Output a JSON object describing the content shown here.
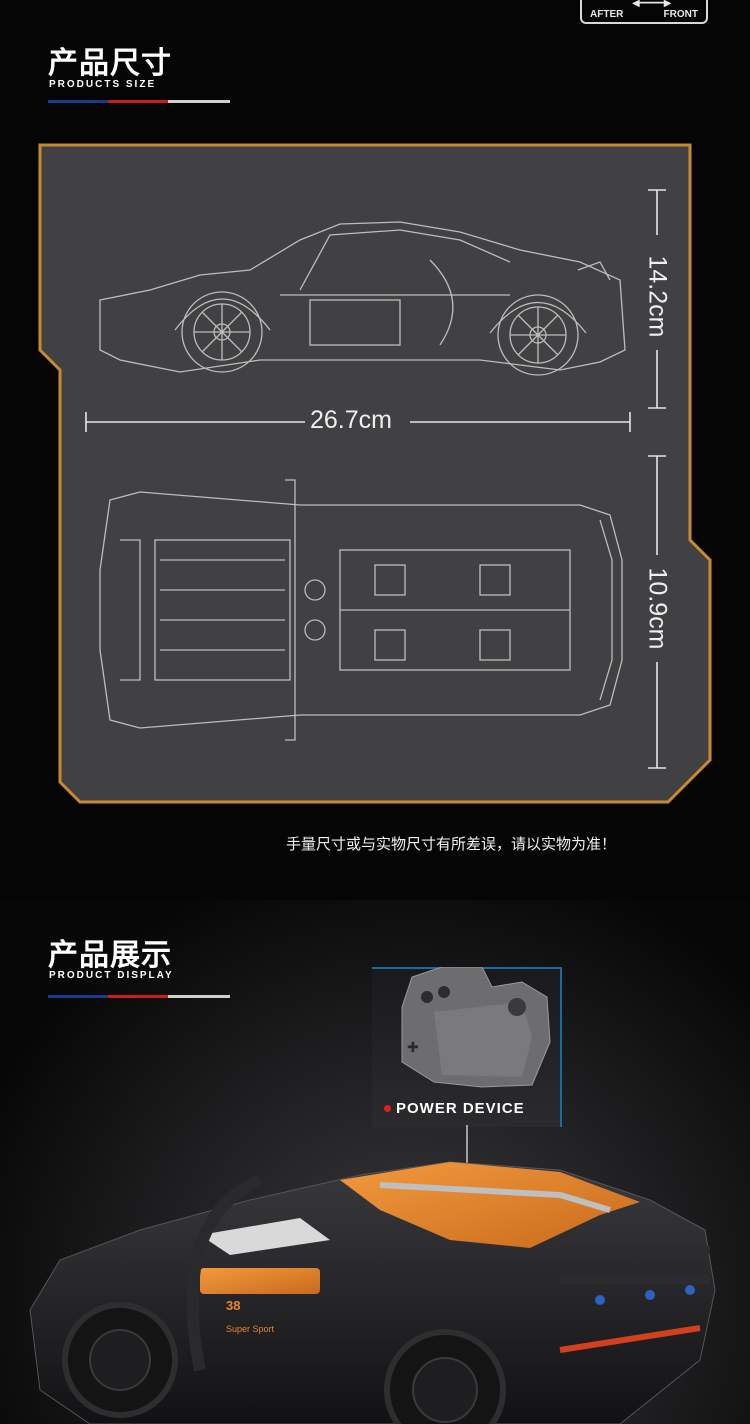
{
  "badge": {
    "left": "AFTER",
    "right": "FRONT"
  },
  "section_size": {
    "title": "产品尺寸",
    "subtitle": "PRODUCTS SIZE"
  },
  "dimensions": {
    "height": "14.2cm",
    "length": "26.7cm",
    "width": "10.9cm"
  },
  "note": "手量尺寸或与实物尺寸有所差误，请以实物为准！",
  "section_display": {
    "title": "产品展示",
    "subtitle": "PRODUCT DISPLAY"
  },
  "power_device": {
    "label": "POWER DEVICE"
  },
  "car_decal": {
    "number": "38",
    "text": "Super Sport"
  },
  "colors": {
    "frame_orange": "#c98a2e",
    "blueprint_bg": "#414143",
    "accent_blue": "#1c3a8c",
    "accent_red": "#c81e1e",
    "car_orange": "#e8852c"
  }
}
